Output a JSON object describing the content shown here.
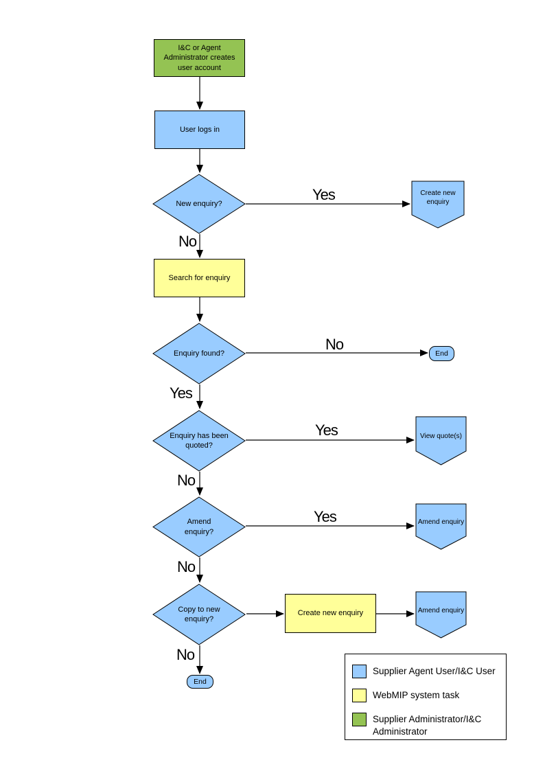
{
  "colors": {
    "actor_blue": "#99CCFF",
    "system_yellow": "#FFFF99",
    "admin_green": "#94C353",
    "line": "#000000"
  },
  "nodes": {
    "create_account": "I&C or Agent Administrator creates user account",
    "user_logs_in": "User logs in",
    "new_enquiry_q": "New enquiry?",
    "create_new_enquiry_offpage": "Create new enquiry",
    "search_for_enquiry": "Search for enquiry",
    "enquiry_found_q": "Enquiry found?",
    "end_1": "End",
    "enquiry_quoted_q": "Enquiry has been quoted?",
    "view_quotes": "View quote(s)",
    "amend_enquiry_q": "Amend enquiry?",
    "amend_enquiry_offpage_1": "Amend enquiry",
    "copy_to_new_q": "Copy to new enquiry?",
    "create_new_enquiry_task": "Create new enquiry",
    "amend_enquiry_offpage_2": "Amend enquiry",
    "end_2": "End"
  },
  "edge_labels": {
    "new_enquiry_yes": "Yes",
    "new_enquiry_no": "No",
    "enquiry_found_no": "No",
    "enquiry_found_yes": "Yes",
    "quoted_yes": "Yes",
    "quoted_no": "No",
    "amend_yes": "Yes",
    "amend_no": "No",
    "copy_no": "No"
  },
  "legend": {
    "items": [
      {
        "swatch_color": "#99CCFF",
        "label": "Supplier Agent User/I&C User"
      },
      {
        "swatch_color": "#FFFF99",
        "label": "WebMIP system task"
      },
      {
        "swatch_color": "#94C353",
        "label": "Supplier Administrator/I&C Administrator"
      }
    ]
  }
}
